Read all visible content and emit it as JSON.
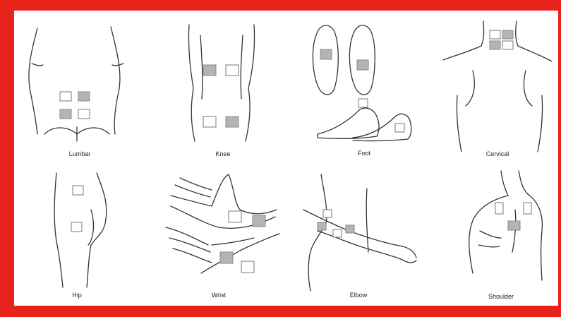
{
  "colors": {
    "frame": "#e8231c",
    "corner": "#f2c200",
    "panel": "#ffffff",
    "pad_gray": "#b4b4b4",
    "line": "#333333"
  },
  "labels": {
    "lumbar": "Lumbar",
    "knee": "Knee",
    "foot": "Foot",
    "cervical": "Cervical",
    "hip": "Hip",
    "wrist": "Wrist",
    "elbow": "Elbow",
    "shoulder": "Shoulder"
  }
}
